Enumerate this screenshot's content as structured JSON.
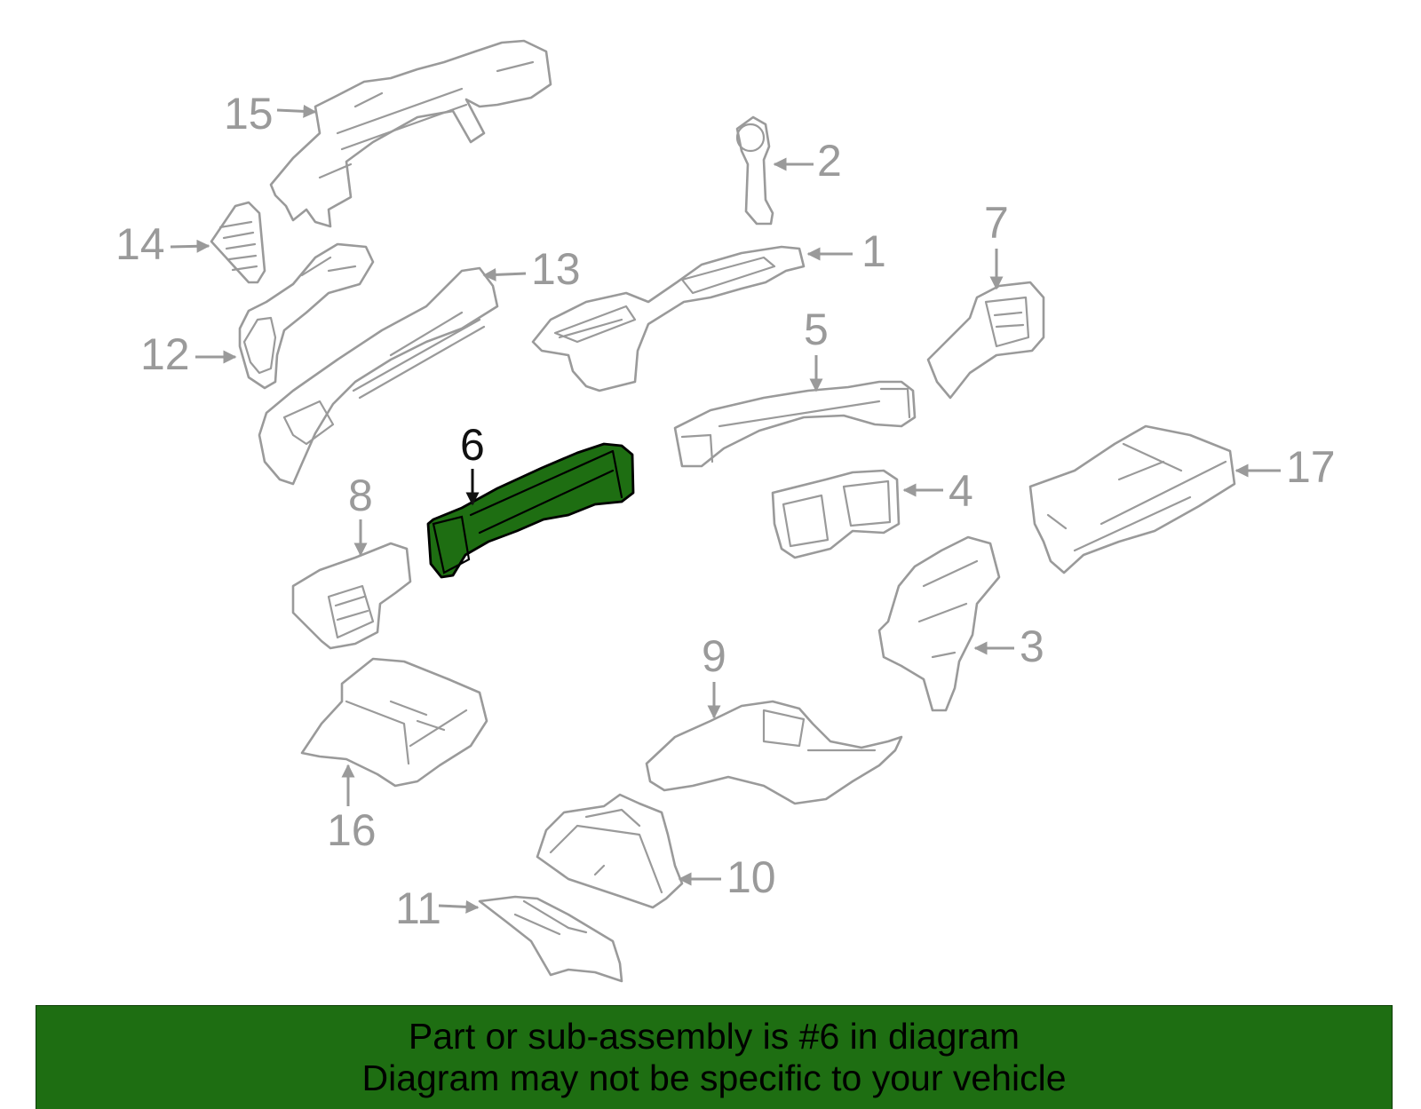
{
  "colors": {
    "highlight_fill": "#1e6e12",
    "banner_background": "#1e6e12",
    "part_outline": "#9a9a9a",
    "highlight_outline": "#000000",
    "banner_text": "#000000"
  },
  "diagram": {
    "highlighted_part": "6",
    "callouts": [
      "1",
      "2",
      "3",
      "4",
      "5",
      "6",
      "7",
      "8",
      "9",
      "10",
      "11",
      "12",
      "13",
      "14",
      "15",
      "16",
      "17"
    ]
  },
  "banner": {
    "line1": "Part or sub-assembly is #6 in diagram",
    "line2": "Diagram may not be specific to your vehicle"
  }
}
